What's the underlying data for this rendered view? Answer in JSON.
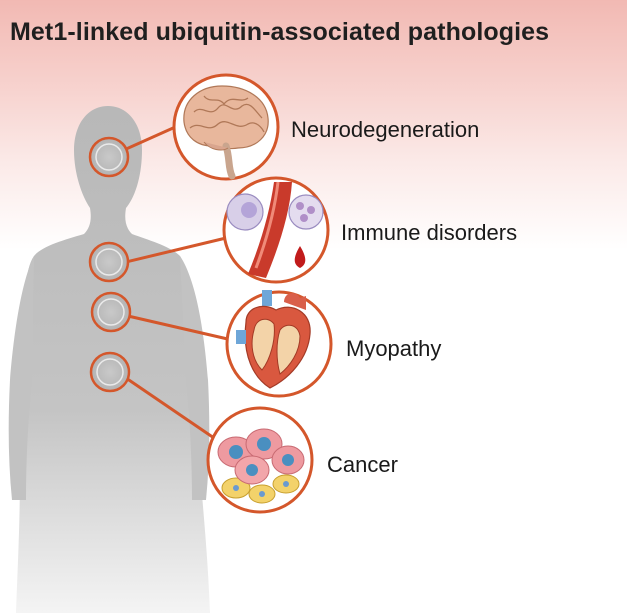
{
  "title": "Met1-linked ubiquitin-associated pathologies",
  "pathologies": [
    {
      "label": "Neurodegeneration",
      "icon": "brain-icon"
    },
    {
      "label": "Immune disorders",
      "icon": "immune-cells-icon"
    },
    {
      "label": "Myopathy",
      "icon": "heart-icon"
    },
    {
      "label": "Cancer",
      "icon": "cancer-cells-icon"
    }
  ],
  "colors": {
    "accent": "#d4572b",
    "silhouette": "#bdbdbd",
    "header_tint": "#f2b9b3"
  }
}
